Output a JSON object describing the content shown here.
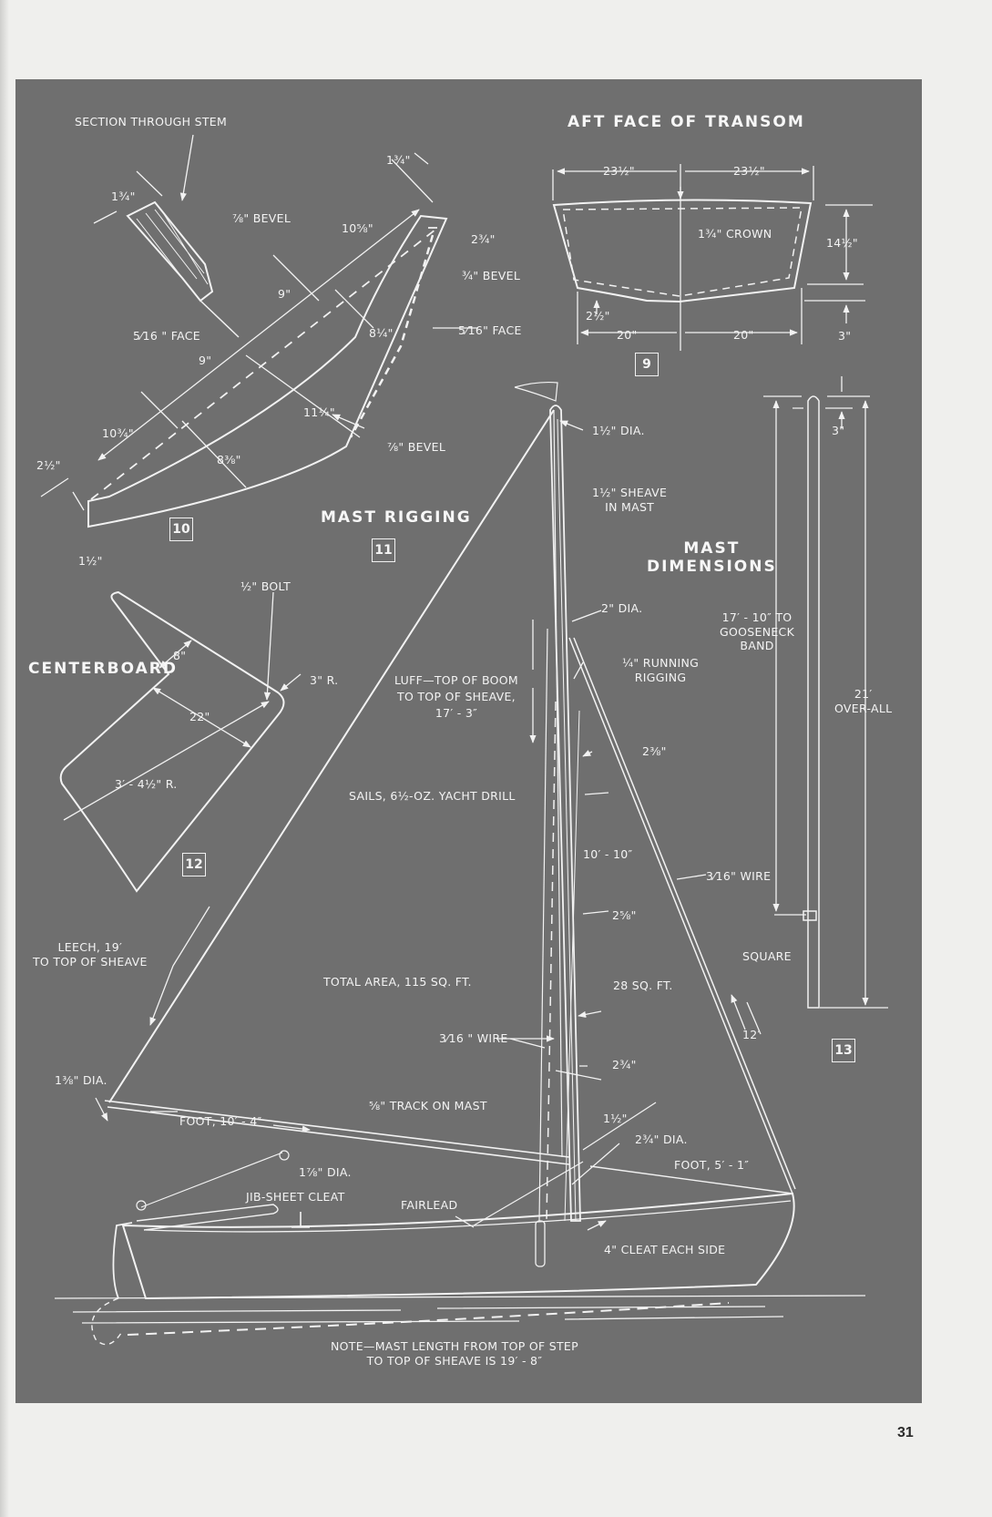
{
  "page": {
    "number": "31"
  },
  "colors": {
    "panel": "#6f6f6f",
    "line": "#f2f2f2",
    "paper": "#efefed"
  },
  "figures": {
    "stem": {
      "number": "10",
      "title": "SECTION THROUGH STEM",
      "labels": {
        "top_width": "1¾\"",
        "section_width": "1¾\"",
        "bevel_top": "⅞\" BEVEL",
        "length_1": "10⅝\"",
        "top_right": "2¾\"",
        "bevel_right": "¾\" BEVEL",
        "face_left": "5⁄16 \" FACE",
        "length_2": "9\"",
        "width_1": "8¼\"",
        "face_right": "5⁄16\" FACE",
        "length_3": "9\"",
        "width_2": "11¼\"",
        "length_4": "10¾\"",
        "bevel_bottom": "⅞\" BEVEL",
        "width_3": "8⅜\"",
        "end_width": "2½\"",
        "end_thickness": "1½\""
      }
    },
    "transom": {
      "number": "9",
      "title": "AFT FACE OF TRANSOM",
      "labels": {
        "top_left": "23½\"",
        "top_right": "23½\"",
        "crown": "1¾\" CROWN",
        "height": "14½\"",
        "bottom_left_offset": "2½\"",
        "bottom_left": "20\"",
        "bottom_right": "20\"",
        "keel_drop": "3\""
      }
    },
    "rigging": {
      "number": "11",
      "title": "MAST RIGGING",
      "labels": {
        "mast_top_dia": "1½\" DIA.",
        "sheave": "1½\" SHEAVE\nIN MAST",
        "mast_mid_dia": "2\" DIA.",
        "running_rigging": "¼\" RUNNING\nRIGGING",
        "luff": "LUFF—TOP OF BOOM\nTO TOP OF SHEAVE,\n17′ - 3″",
        "jib_luff_width": "2⅜\"",
        "sails": "SAILS, 6½-OZ. YACHT DRILL",
        "jib_luff_len": "10′ - 10″",
        "forestay_wire": "3⁄16\" WIRE",
        "mast_lower": "2⅝\"",
        "leech": "LEECH, 19′\nTO TOP OF SHEAVE",
        "total_area": "TOTAL AREA, 115 SQ. FT.",
        "jib_area": "28 SQ. FT.",
        "jib_leech": "12′",
        "shroud_wire": "3⁄16 \" WIRE",
        "mast_base": "2¾\"",
        "boom_end_dia": "1⅜\" DIA.",
        "track": "⅝\" TRACK ON MAST",
        "boom_dia_small": "1½\"",
        "foot_main": "FOOT, 10′ - 4″",
        "boom_dia": "2¾\" DIA.",
        "jib_foot": "FOOT, 5′ - 1″",
        "boom_mid_dia": "1⅞\" DIA.",
        "jib_sheet_cleat": "JIB-SHEET CLEAT",
        "fairlead": "FAIRLEAD",
        "cleat_each_side": "4\" CLEAT EACH SIDE",
        "note": "NOTE—MAST LENGTH FROM TOP OF STEP\nTO TOP OF SHEAVE IS 19′ - 8″"
      }
    },
    "centerboard": {
      "number": "12",
      "title": "CENTERBOARD",
      "labels": {
        "bolt": "½\" BOLT",
        "tip_width": "8\"",
        "corner_radius": "3\" R.",
        "width": "22\"",
        "bottom_radius": "3′ - 4½\" R."
      }
    },
    "mast_dimensions": {
      "number": "13",
      "title": "MAST\nDIMENSIONS",
      "labels": {
        "top_offset": "3\"",
        "to_gooseneck": "17′ - 10″ TO\nGOOSENECK\nBAND",
        "overall": "21′\nOVER-ALL",
        "square": "SQUARE"
      }
    }
  }
}
